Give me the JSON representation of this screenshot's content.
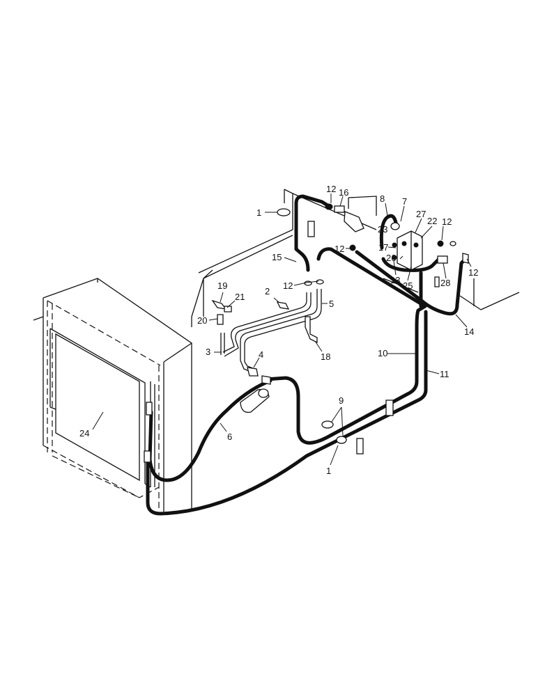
{
  "callouts": {
    "c1a": "1",
    "c1b": "1",
    "c2": "2",
    "c3": "3",
    "c4": "4",
    "c5": "5",
    "c6": "6",
    "c7": "7",
    "c8": "8",
    "c9": "9",
    "c10": "10",
    "c11": "11",
    "c12a": "12",
    "c12b": "12",
    "c12c": "12",
    "c12d": "12",
    "c12e": "12",
    "c13": "13",
    "c14": "14",
    "c15": "15",
    "c16": "16",
    "c17": "17",
    "c18": "18",
    "c19": "19",
    "c20": "20",
    "c21": "21",
    "c22": "22",
    "c23": "23",
    "c24": "24",
    "c25": "25",
    "c26": "26",
    "c27": "27",
    "c28": "28"
  }
}
